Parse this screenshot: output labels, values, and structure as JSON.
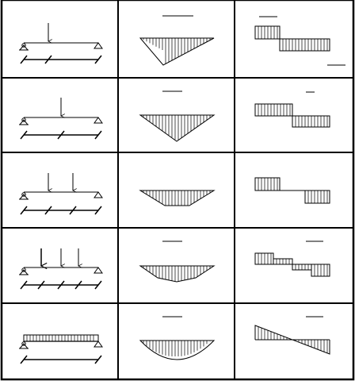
{
  "table": {
    "columns": [
      "load-case",
      "bending-moment",
      "shear-force"
    ],
    "rows": [
      {
        "id": "row-1",
        "load": "single-point-load",
        "point_loads": 1,
        "moment_shape": "triangle-offset",
        "shear_shape": "two-step"
      },
      {
        "id": "row-2",
        "load": "central-point-load",
        "point_loads": 1,
        "moment_shape": "triangle-symmetric",
        "shear_shape": "two-step"
      },
      {
        "id": "row-3",
        "load": "two-point-loads",
        "point_loads": 2,
        "moment_shape": "trapezoid",
        "shear_shape": "two-step-with-gap"
      },
      {
        "id": "row-4",
        "load": "three-point-loads",
        "point_loads": 3,
        "moment_shape": "polygonal",
        "shear_shape": "four-step"
      },
      {
        "id": "row-5",
        "load": "uniform-distributed-load",
        "point_loads": 0,
        "moment_shape": "parabola",
        "shear_shape": "linear"
      }
    ]
  },
  "colors": {
    "line": "#000000",
    "background": "#ffffff",
    "hatch": "#222222"
  }
}
